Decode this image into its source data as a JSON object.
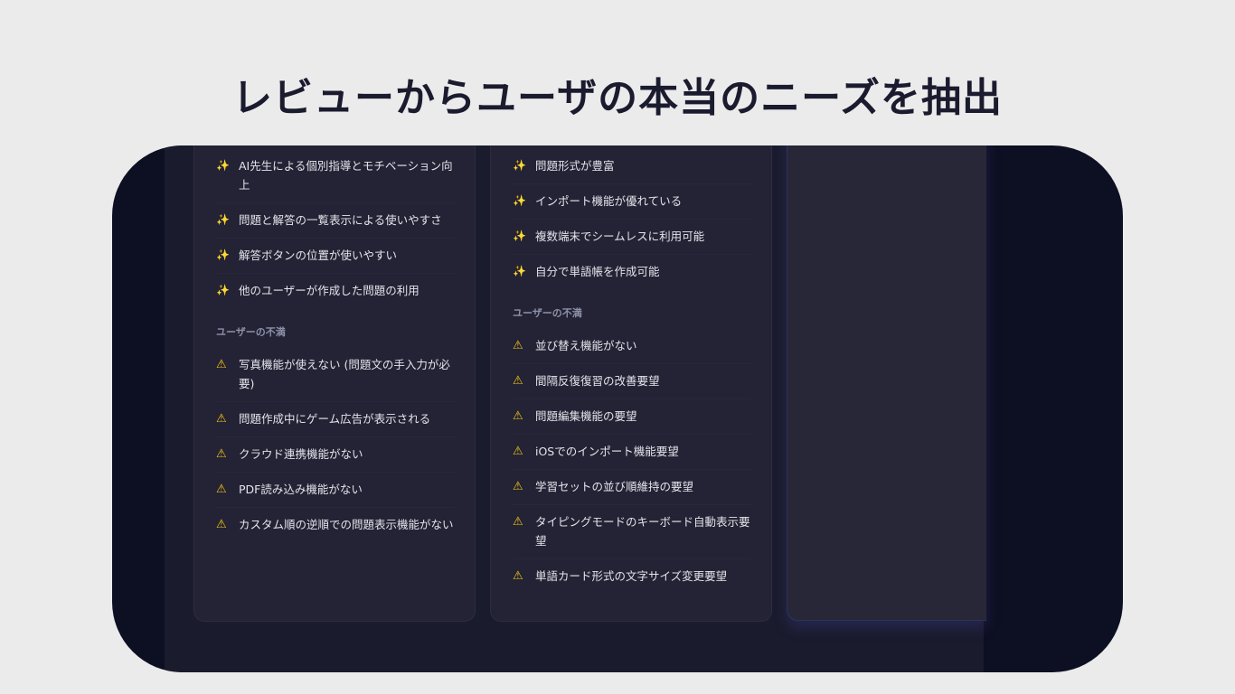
{
  "title": "レビューからユーザの本当のニーズを抽出",
  "cards": [
    {
      "positives": [
        "AI先生による個別指導とモチベーション向上",
        "問題と解答の一覧表示による使いやすさ",
        "解答ボタンの位置が使いやすい",
        "他のユーザーが作成した問題の利用"
      ],
      "negatives_heading": "ユーザーの不満",
      "negatives": [
        "写真機能が使えない (問題文の手入力が必要)",
        "問題作成中にゲーム広告が表示される",
        "クラウド連携機能がない",
        "PDF読み込み機能がない",
        "カスタム順の逆順での問題表示機能がない"
      ]
    },
    {
      "positives": [
        "問題形式が豊富",
        "インポート機能が優れている",
        "複数端末でシームレスに利用可能",
        "自分で単語帳を作成可能"
      ],
      "negatives_heading": "ユーザーの不満",
      "negatives": [
        "並び替え機能がない",
        "間隔反復復習の改善要望",
        "問題編集機能の要望",
        "iOSでのインポート機能要望",
        "学習セットの並び順維持の要望",
        "タイピングモードのキーボード自動表示要望",
        "単語カード形式の文字サイズ変更要望"
      ]
    }
  ],
  "icons": {
    "positive": "sparkles-icon",
    "negative": "warning-icon"
  },
  "colors": {
    "accent": "#f5c518",
    "background": "#0d0f22",
    "card": "#232335"
  }
}
